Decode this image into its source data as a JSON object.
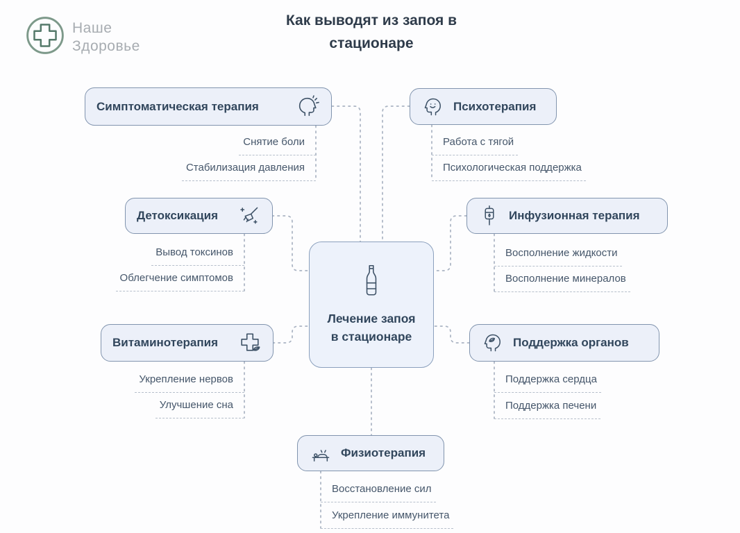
{
  "logo": {
    "line1": "Наше",
    "line2": "Здоровье",
    "icon": "medical-cross-circle-icon"
  },
  "title": "Как выводят из запоя в стационаре",
  "center": {
    "label": "Лечение запоя в стационаре",
    "icon": "bottle-icon"
  },
  "branches": [
    {
      "id": "symptomatic",
      "label": "Симптоматическая терапия",
      "icon": "headache-icon",
      "items": [
        "Снятие боли",
        "Стабилизация давления"
      ]
    },
    {
      "id": "psychotherapy",
      "label": "Психотерапия",
      "icon": "smiling-head-icon",
      "items": [
        "Работа с тягой",
        "Психологическая поддержка"
      ]
    },
    {
      "id": "detox",
      "label": "Детоксикация",
      "icon": "broom-sparkles-icon",
      "items": [
        "Вывод токсинов",
        "Облегчение симптомов"
      ]
    },
    {
      "id": "infusion",
      "label": "Инфузионная терапия",
      "icon": "iv-drip-icon",
      "items": [
        "Восполнение жидкости",
        "Восполнение минералов"
      ]
    },
    {
      "id": "vitamin",
      "label": "Витаминотерапия",
      "icon": "medical-cross-leaf-icon",
      "items": [
        "Укрепление нервов",
        "Улучшение сна"
      ]
    },
    {
      "id": "organs",
      "label": "Поддержка органов",
      "icon": "head-leaf-icon",
      "items": [
        "Поддержка сердца",
        "Поддержка печени"
      ]
    },
    {
      "id": "physio",
      "label": "Физиотерапия",
      "icon": "physiotherapy-icon",
      "items": [
        "Восстановление сил",
        "Укрепление иммунитета"
      ]
    }
  ],
  "colors": {
    "node_fill": "#ECF0F9",
    "node_border": "#8194AE",
    "node_text": "#31465C",
    "title_text": "#2E3B4A",
    "sub_text": "#45566A",
    "dashed_line": "#A9B3C2",
    "logo_green": "#6E8F7C",
    "logo_text": "#A7ACB1"
  }
}
